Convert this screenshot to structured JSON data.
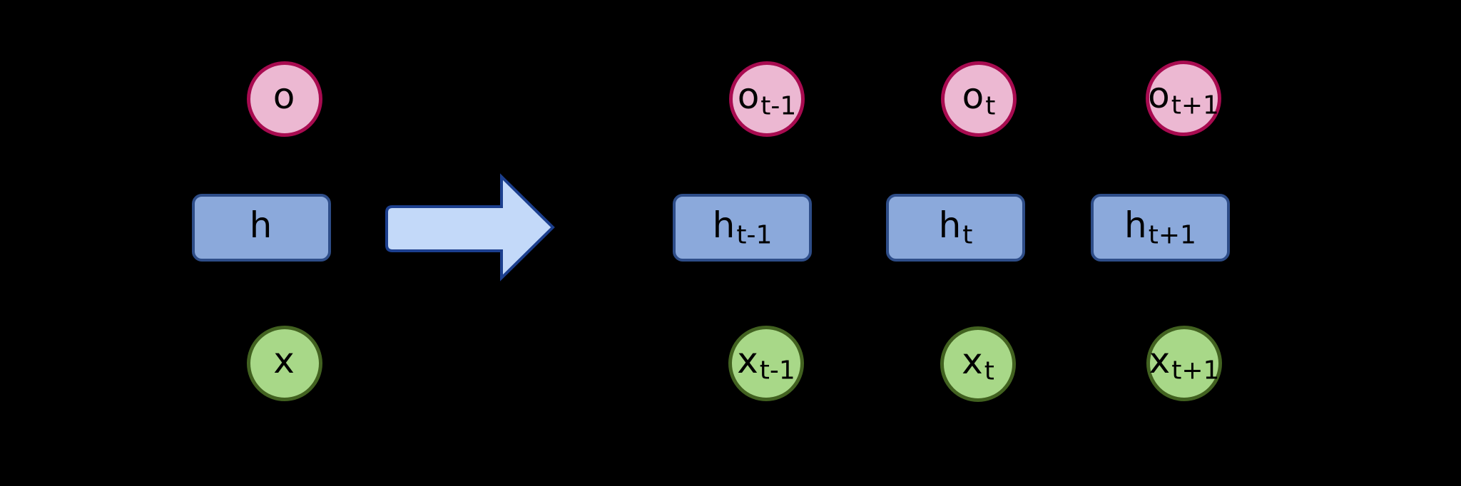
{
  "background": "#000000",
  "palette": {
    "output_fill": "#ecb8d2",
    "output_border": "#a80b50",
    "hidden_fill": "#8ba9db",
    "hidden_border": "#2e4d88",
    "input_fill": "#a8d888",
    "input_border": "#426220",
    "arrow_fill": "#c3d9f9",
    "arrow_border": "#1c3f8e",
    "label_color": "#000000"
  },
  "left": {
    "output": {
      "base": "o",
      "sub": ""
    },
    "hidden": {
      "base": "h",
      "sub": ""
    },
    "input": {
      "base": "x",
      "sub": ""
    }
  },
  "unfolded": {
    "t_minus_1": {
      "output": {
        "base": "o",
        "sub": "t-1"
      },
      "hidden": {
        "base": "h",
        "sub": "t-1"
      },
      "input": {
        "base": "x",
        "sub": "t-1"
      }
    },
    "t": {
      "output": {
        "base": "o",
        "sub": "t"
      },
      "hidden": {
        "base": "h",
        "sub": "t"
      },
      "input": {
        "base": "x",
        "sub": "t"
      }
    },
    "t_plus_1": {
      "output": {
        "base": "o",
        "sub": "t+1"
      },
      "hidden": {
        "base": "h",
        "sub": "t+1"
      },
      "input": {
        "base": "x",
        "sub": "t+1"
      }
    }
  },
  "icons": {
    "unfold_arrow": "right-arrow"
  }
}
